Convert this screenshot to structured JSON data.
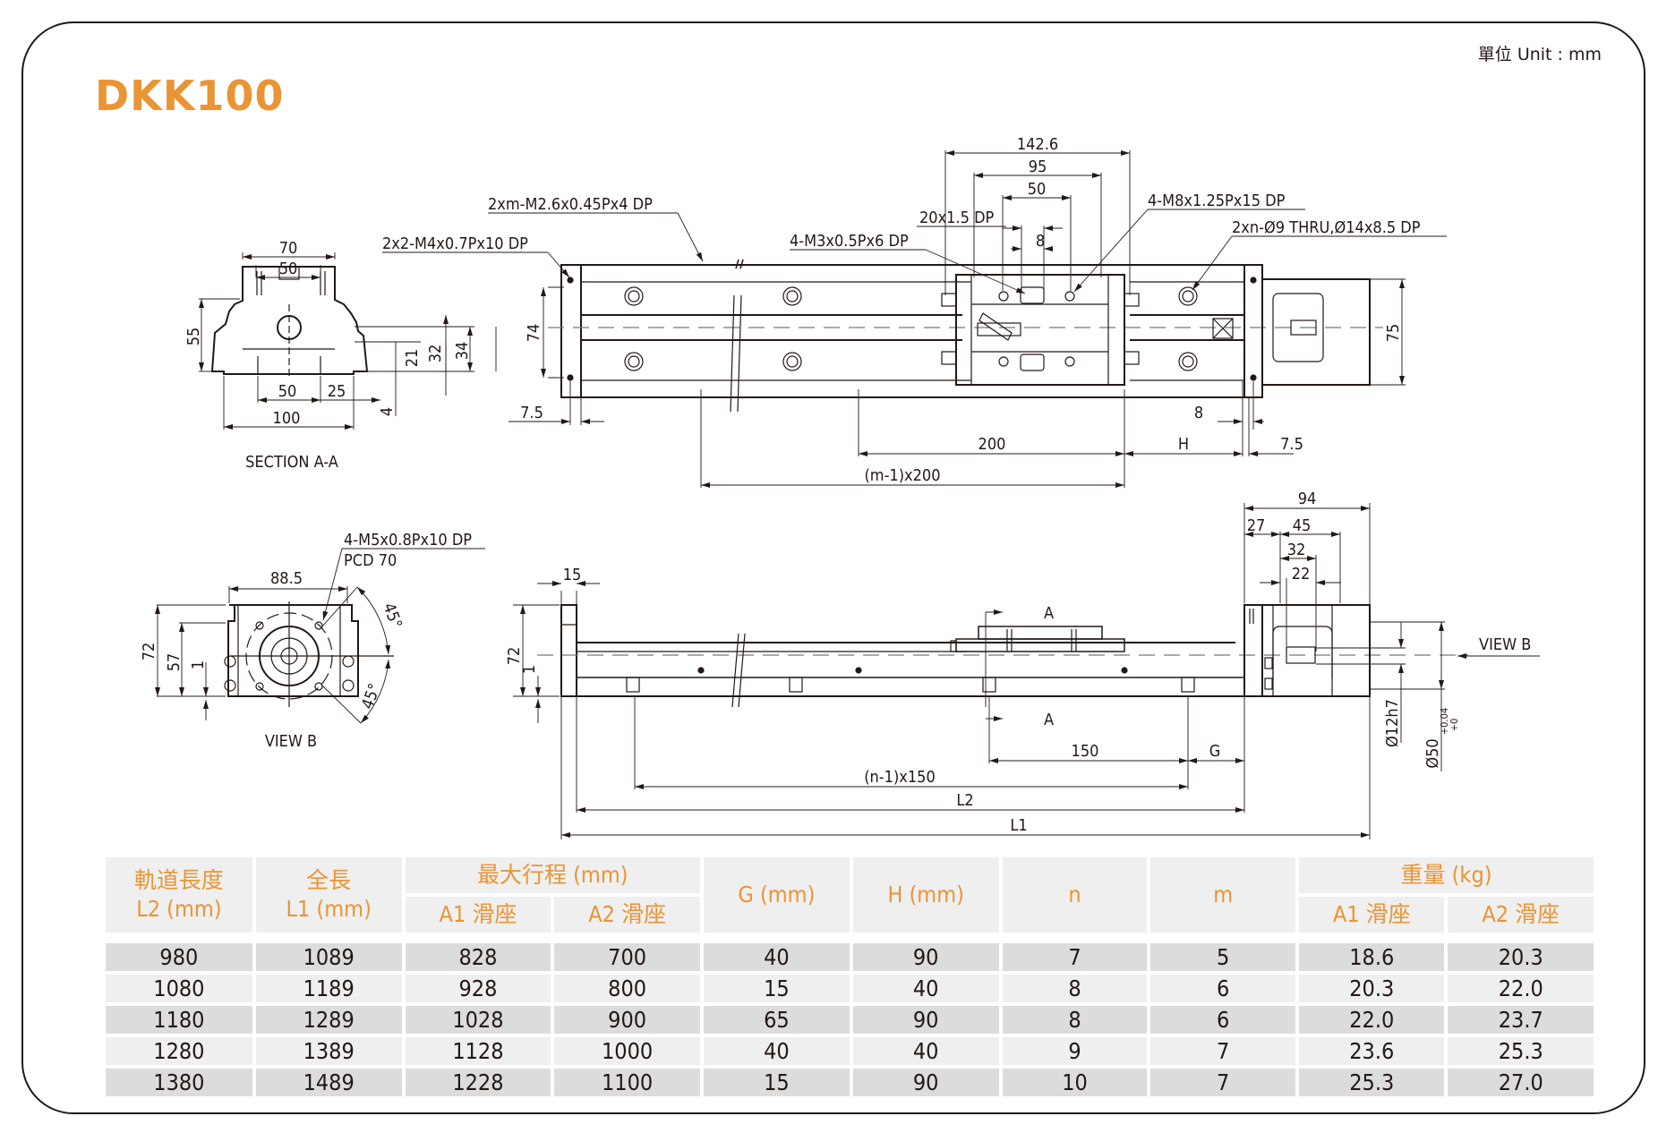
{
  "header": {
    "model": "DKK100",
    "unit_label": "單位 Unit : mm"
  },
  "drawings": {
    "section_aa": {
      "caption": "SECTION A-A",
      "dims": {
        "w70": "70",
        "w50_top": "50",
        "h55": "55",
        "h21": "21",
        "h32": "32",
        "h34": "34",
        "w50_bot": "50",
        "w25": "25",
        "w100": "100",
        "h4": "4"
      }
    },
    "top_view": {
      "callouts": {
        "m26": "2xm-M2.6x0.45Px4 DP",
        "m4": "2x2-M4x0.7Px10 DP",
        "m3": "4-M3x0.5Px6 DP",
        "p20": "20x1.5 DP",
        "m8": "4-M8x1.25Px15 DP",
        "thru": "2xn-Ø9 THRU,Ø14x8.5 DP"
      },
      "dims": {
        "d1426": "142.6",
        "d95": "95",
        "d50": "50",
        "d8": "8",
        "d74": "74",
        "d75": "75",
        "d75_left": "7.5",
        "d8_right": "8",
        "d200": "200",
        "dH": "H",
        "d75_right": "7.5",
        "dm": "(m-1)x200"
      }
    },
    "view_b": {
      "caption": "VIEW B",
      "callout_1": "4-M5x0.8Px10 DP",
      "callout_2": "PCD 70",
      "dims": {
        "d885": "88.5",
        "d72": "72",
        "d57": "57",
        "d1": "1",
        "a1": "45°",
        "a2": "45°"
      }
    },
    "side_view": {
      "dims": {
        "d15": "15",
        "d72": "72",
        "d1": "1",
        "d94": "94",
        "d27": "27",
        "d45": "45",
        "d32": "32",
        "d22": "22",
        "d150": "150",
        "dG": "G",
        "dn": "(n-1)x150",
        "dL2": "L2",
        "dL1": "L1",
        "shaft": "Ø12h7",
        "flange": "Ø50",
        "tol_up": "+0.04",
        "tol_dn": "+0"
      },
      "section_mark": "A",
      "view_b_label": "VIEW B"
    }
  },
  "table": {
    "headers": {
      "l2_line1": "軌道長度",
      "l2_line2": "L2 (mm)",
      "l1_line1": "全長",
      "l1_line2": "L1 (mm)",
      "stroke": "最大行程 (mm)",
      "stroke_a1": "A1 滑座",
      "stroke_a2": "A2 滑座",
      "g": "G (mm)",
      "h": "H (mm)",
      "n": "n",
      "m": "m",
      "weight": "重量 (kg)",
      "weight_a1": "A1 滑座",
      "weight_a2": "A2 滑座"
    },
    "rows": [
      [
        "980",
        "1089",
        "828",
        "700",
        "40",
        "90",
        "7",
        "5",
        "18.6",
        "20.3"
      ],
      [
        "1080",
        "1189",
        "928",
        "800",
        "15",
        "40",
        "8",
        "6",
        "20.3",
        "22.0"
      ],
      [
        "1180",
        "1289",
        "1028",
        "900",
        "65",
        "90",
        "8",
        "6",
        "22.0",
        "23.7"
      ],
      [
        "1280",
        "1389",
        "1128",
        "1000",
        "40",
        "40",
        "9",
        "7",
        "23.6",
        "25.3"
      ],
      [
        "1380",
        "1489",
        "1228",
        "1100",
        "15",
        "90",
        "10",
        "7",
        "25.3",
        "27.0"
      ]
    ]
  },
  "colors": {
    "accent": "#ea9434",
    "ink": "#231815",
    "row_dark": "#dcdcdc",
    "row_light": "#efefef"
  }
}
